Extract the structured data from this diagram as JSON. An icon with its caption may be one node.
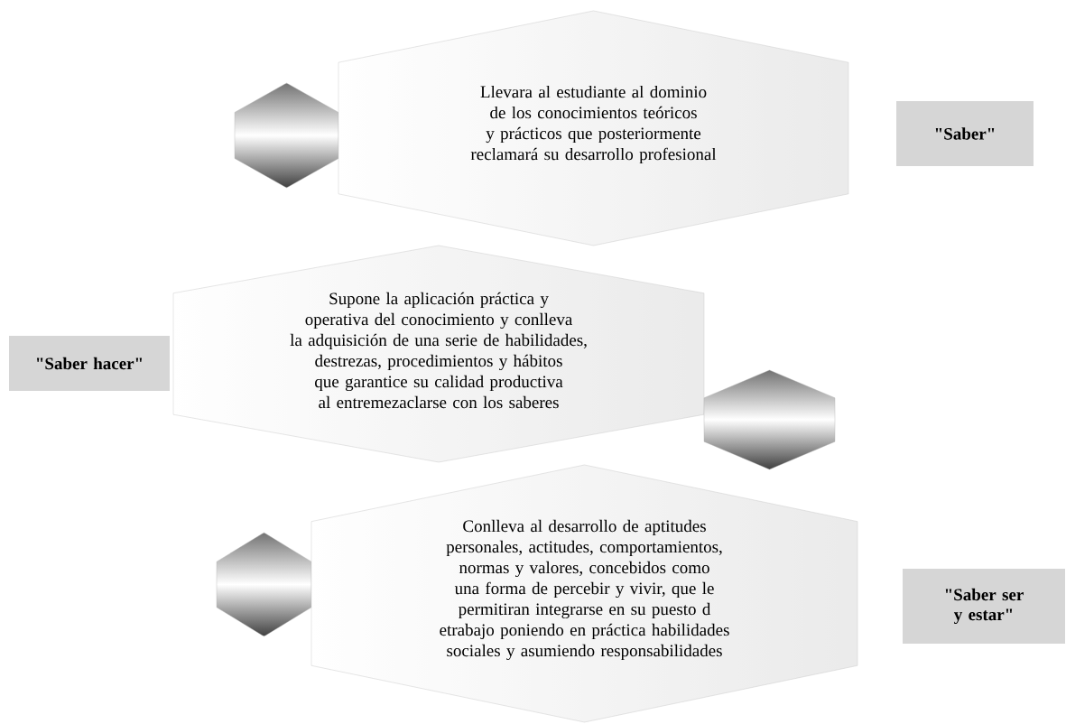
{
  "diagram": {
    "nodes": [
      {
        "text": [],
        "shape": "hexagon"
      },
      {
        "text": [
          "Llevara al estudiante al dominio de los conocimientos teóricos  y prácticos  que posteriormente  reclamará su desarrollo profesional"
        ]
      },
      {
        "text": [
          "\"Saber\""
        ]
      },
      {
        "text": [
          "\"Saber hacer\""
        ]
      },
      {
        "text": [
          "Supone la aplicación  práctica y operativa del conocimiento y conlleva la adquisición de una serie de habilidades, destrezas, procedimientos y hábitos que garantice  su calidad productiva al entremezaclarse con los saberes"
        ]
      },
      {
        "text": [],
        "shape": "hexagon"
      },
      {
        "text": [],
        "shape": "hexagon"
      },
      {
        "text": [
          "Conlleva al desarrollo de aptitudes personales, actitudes, comportamientos, normas y valores, concebidos como una forma de percebir y vivir, que le permitiran integrarse en su puesto d etrabajo poniendo en práctica habilidades sociales y asumiendo responsabilidades"
        ]
      },
      {
        "text": [
          "\"Saber ser y estar\""
        ]
      }
    ]
  }
}
